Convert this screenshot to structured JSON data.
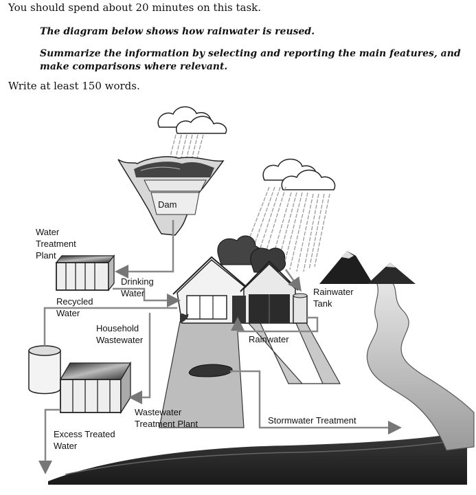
{
  "prompt": {
    "line1": "You should spend about 20 minutes on this task.",
    "line2": "The diagram below shows how rainwater is reused.",
    "line3": "Summarize the information by selecting and reporting the main features, and",
    "line4": "make comparisons where relevant.",
    "line5": "Write at least 150 words."
  },
  "diagram": {
    "dam": "Dam",
    "water_treatment_plant": [
      "Water",
      "Treatment",
      "Plant"
    ],
    "drinking_water": [
      "Drinking",
      "Water"
    ],
    "recycled_water": [
      "Recycled",
      "Water"
    ],
    "household_wastewater": [
      "Household",
      "Wastewater"
    ],
    "rainwater_tank": [
      "Rainwater",
      "Tank"
    ],
    "rainwater": "Rainwater",
    "wastewater_treatment_plant": [
      "Wastewater",
      "Treatment Plant"
    ],
    "stormwater_treatment": "Stormwater Treatment",
    "excess_treated_water": [
      "Excess Treated",
      "Water"
    ]
  }
}
